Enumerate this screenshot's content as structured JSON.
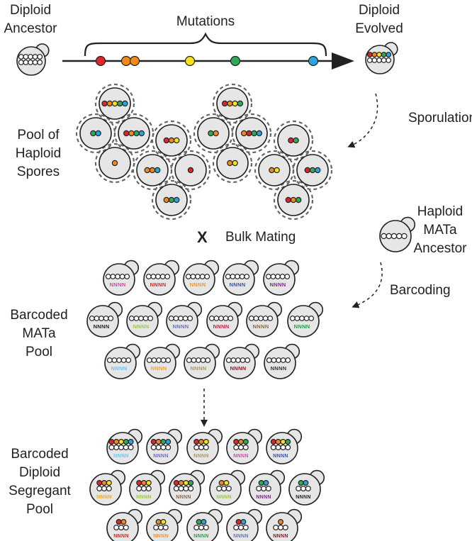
{
  "labels": {
    "diploid_ancestor": [
      "Diploid",
      "Ancestor"
    ],
    "mutations": "Mutations",
    "diploid_evolved": [
      "Diploid",
      "Evolved"
    ],
    "sporulation": "Sporulation",
    "pool_haploid_spores": [
      "Pool of",
      "Haploid",
      "Spores"
    ],
    "cross_symbol": "X",
    "bulk_mating": "Bulk Mating",
    "haploid_mata_ancestor": [
      "Haploid",
      "MATa",
      "Ancestor"
    ],
    "barcoding": "Barcoding",
    "barcoded_mata_pool": [
      "Barcoded",
      "MATa",
      "Pool"
    ],
    "barcoded_diploid_segregant_pool": [
      "Barcoded",
      "Diploid",
      "Segregant",
      "Pool"
    ]
  },
  "barcode_text": "NNNN",
  "colors": {
    "red": "#e0252b",
    "orange": "#f08a1c",
    "yellow": "#f7e21b",
    "green": "#2eaa5a",
    "blue": "#2ba3dc",
    "cell_fill": "#e6e6e6",
    "outline": "#222222"
  },
  "mutation_sequence": [
    "red",
    "orange",
    "orange",
    "yellow",
    "green",
    "blue"
  ],
  "barcode_colors_mata": [
    [
      "#c84fa8",
      "#d8262c",
      "#f0962a",
      "#3a55a8",
      "#7a2a8a"
    ],
    [
      "#222222",
      "#9cc83c",
      "#6a70b8",
      "#c8204a",
      "#8a6a48",
      "#2aa048"
    ],
    [
      "#6cc8ec",
      "#f0a830",
      "#a89868",
      "#8a1a2a",
      "#2a3a28"
    ]
  ],
  "barcode_colors_diploid": [
    [
      "#6cc8ec",
      "#6a70b8",
      "#a89868",
      "#c84fa8",
      "#3a55a8"
    ],
    [
      "#f0a830",
      "#9cc83c",
      "#8a6a48",
      "#9cc83c",
      "#7a2a8a",
      "#222222"
    ],
    [
      "#d8262c",
      "#f0962a",
      "#2aa048",
      "#6a70b8",
      "#8a1a2a"
    ]
  ]
}
